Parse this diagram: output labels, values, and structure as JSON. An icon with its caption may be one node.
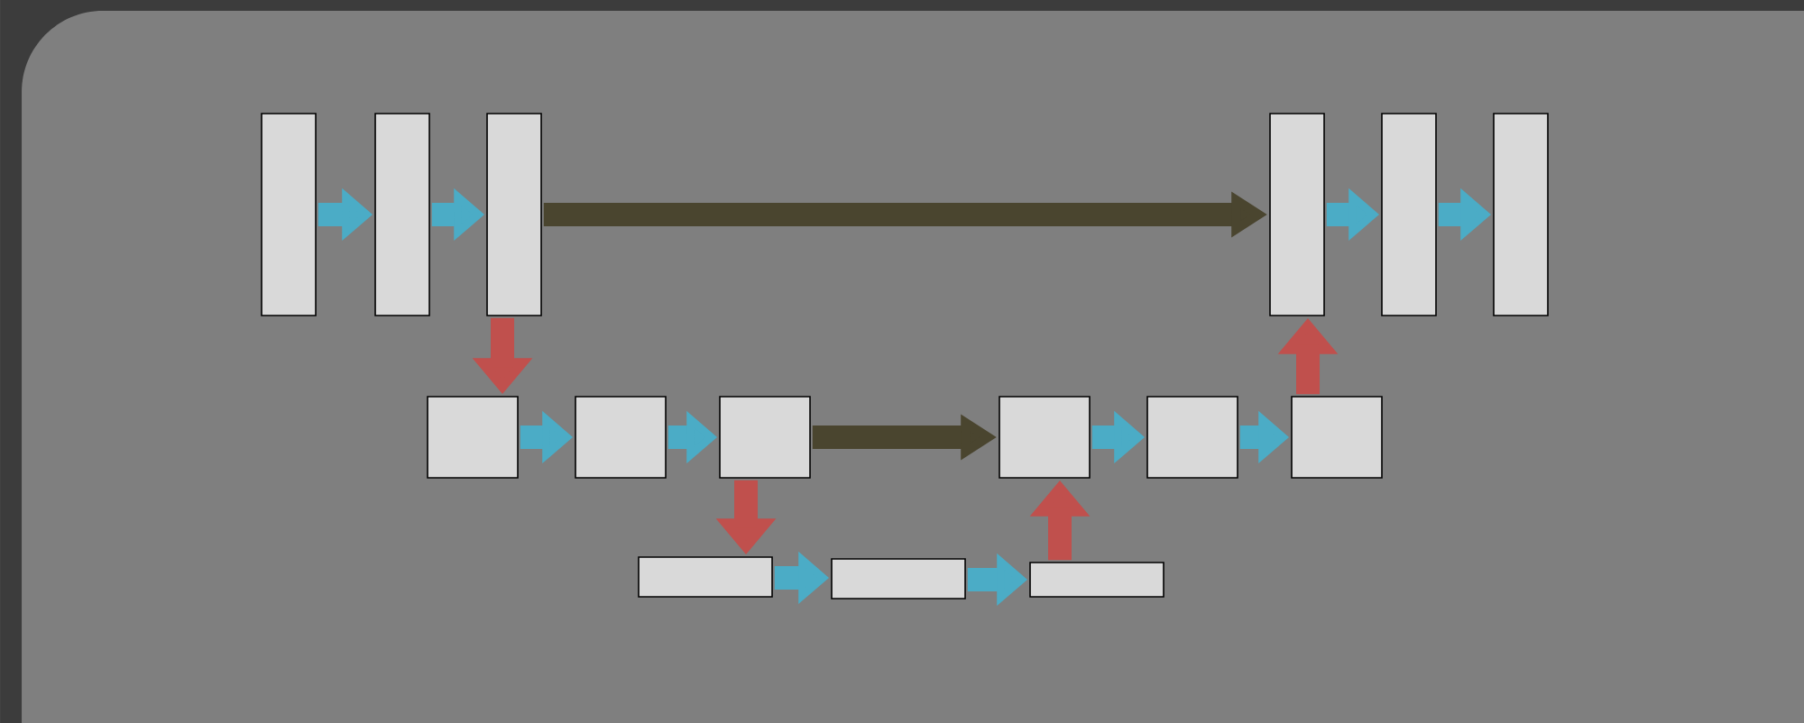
{
  "diagram": {
    "nodes": [
      {
        "text": [],
        "shape": "box"
      },
      {
        "text": [],
        "shape": "box"
      },
      {
        "text": [],
        "shape": "box"
      },
      {
        "text": [],
        "shape": "box"
      },
      {
        "text": [],
        "shape": "box"
      },
      {
        "text": [],
        "shape": "box"
      },
      {
        "text": [],
        "shape": "box"
      },
      {
        "text": [],
        "shape": "box"
      },
      {
        "text": [],
        "shape": "box"
      },
      {
        "text": [],
        "shape": "box"
      },
      {
        "text": [],
        "shape": "box"
      },
      {
        "text": [],
        "shape": "box"
      },
      {
        "text": [],
        "shape": "box"
      },
      {
        "text": [],
        "shape": "box"
      },
      {
        "text": [],
        "shape": "box"
      }
    ],
    "edges": [
      {
        "from": 0,
        "to": 1,
        "arrow": "to"
      },
      {
        "from": 1,
        "to": 2,
        "arrow": "to"
      },
      {
        "from": 2,
        "to": 3,
        "arrow": "to",
        "color": "#4a452f"
      },
      {
        "from": 3,
        "to": 4,
        "arrow": "to"
      },
      {
        "from": 4,
        "to": 5,
        "arrow": "to"
      },
      {
        "from": 2,
        "to": 6,
        "arrow": "to",
        "color": "#c0504d"
      },
      {
        "from": 6,
        "to": 7,
        "arrow": "to"
      },
      {
        "from": 7,
        "to": 8,
        "arrow": "to"
      },
      {
        "from": 8,
        "to": 9,
        "arrow": "to",
        "color": "#4a452f"
      },
      {
        "from": 9,
        "to": 10,
        "arrow": "to"
      },
      {
        "from": 10,
        "to": 11,
        "arrow": "to"
      },
      {
        "from": 11,
        "to": 3,
        "arrow": "to",
        "color": "#c0504d"
      },
      {
        "from": 8,
        "to": 12,
        "arrow": "to",
        "color": "#c0504d"
      },
      {
        "from": 12,
        "to": 13,
        "arrow": "to"
      },
      {
        "from": 13,
        "to": 14,
        "arrow": "to"
      },
      {
        "from": 14,
        "to": 9,
        "arrow": "to",
        "color": "#c0504d"
      }
    ]
  }
}
